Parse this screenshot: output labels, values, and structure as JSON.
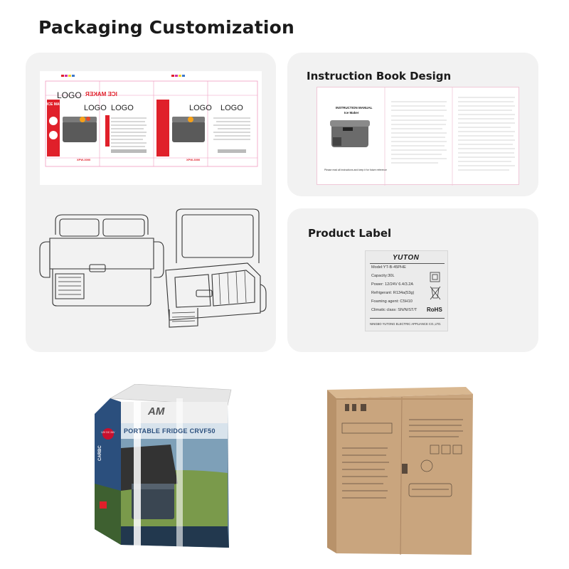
{
  "page": {
    "title": "Packaging Customization"
  },
  "packaging_artwork": {
    "logo_labels": [
      "LOGO",
      "LOGO",
      "LOGO",
      "LOGO",
      "LOGO"
    ],
    "mirrored_logo": "ICE MAKER",
    "ice_maker_label": "ICE MAKER",
    "model_codes": [
      "XPW-3000",
      "XPW-3000"
    ]
  },
  "instruction_book": {
    "heading": "Instruction Book Design",
    "manual_title": "INSTRUCTION MANUAL",
    "manual_subtitle": "Ice Maker",
    "footer_note": "Please read all instructions and keep it for future reference"
  },
  "product_label": {
    "heading": "Product Label",
    "brand": "YUTON",
    "model": "Model:YT-B-45PHE",
    "capacity": "Capacity:30L",
    "power": "Power: 12/24V 6.4/3.2A",
    "refrigerant": "Refrigerant: R134a(53g)",
    "foaming_agent": "Foaming agent: C5H10",
    "climatic_class": "Climatic class: SN/N/ST/T",
    "rohs": "RoHS",
    "manufacturer": "NINGBO YUTONG ELECTRIC APPLIANCE CO.,LTD."
  },
  "boxes": {
    "printed_box_brand": "AM",
    "printed_box_title": "PORTABLE FRIDGE CRVF50",
    "printed_box_logo": "CARBC",
    "printed_box_badge": "12V DC 24V"
  },
  "colors": {
    "card_bg": "#f2f2f2",
    "dieline_red": "#e0202a",
    "dieline_pink": "#f09cc0",
    "cardboard": "#c9a57e",
    "box_blue": "#2b4f7d"
  }
}
